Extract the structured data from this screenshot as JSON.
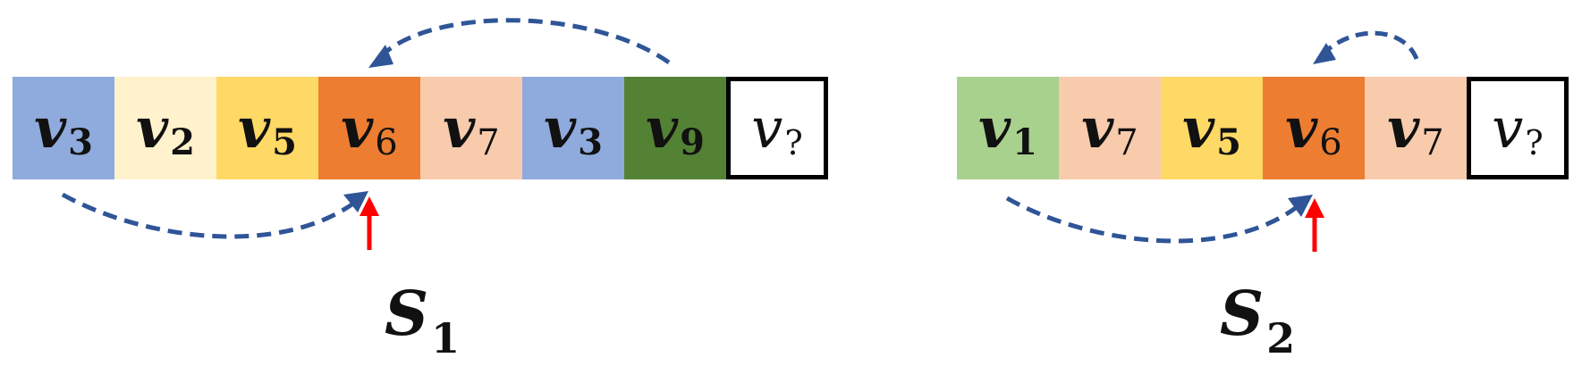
{
  "sequences": [
    {
      "label": {
        "base": "S",
        "sub": "1"
      },
      "cells": [
        {
          "base": "v",
          "sub": "3",
          "color": "#8faadc",
          "sub_weight": "bold"
        },
        {
          "base": "v",
          "sub": "2",
          "color": "#fff2cc",
          "sub_weight": "bold"
        },
        {
          "base": "v",
          "sub": "5",
          "color": "#ffd966",
          "sub_weight": "bold"
        },
        {
          "base": "v",
          "sub": "6",
          "color": "#ed7d31",
          "sub_weight": "normal"
        },
        {
          "base": "v",
          "sub": "7",
          "color": "#f8cbad",
          "sub_weight": "normal"
        },
        {
          "base": "v",
          "sub": "3",
          "color": "#8faadc",
          "sub_weight": "bold"
        },
        {
          "base": "v",
          "sub": "9",
          "color": "#548235",
          "sub_weight": "bold"
        },
        {
          "base": "v",
          "sub": "?",
          "color": "#ffffff",
          "unknown": true
        }
      ]
    },
    {
      "label": {
        "base": "S",
        "sub": "2"
      },
      "cells": [
        {
          "base": "v",
          "sub": "1",
          "color": "#a9d18e",
          "sub_weight": "bold"
        },
        {
          "base": "v",
          "sub": "7",
          "color": "#f8cbad",
          "sub_weight": "normal"
        },
        {
          "base": "v",
          "sub": "5",
          "color": "#ffd966",
          "sub_weight": "bold"
        },
        {
          "base": "v",
          "sub": "6",
          "color": "#ed7d31",
          "sub_weight": "normal"
        },
        {
          "base": "v",
          "sub": "7",
          "color": "#f8cbad",
          "sub_weight": "normal"
        },
        {
          "base": "v",
          "sub": "?",
          "color": "#ffffff",
          "unknown": true
        }
      ]
    }
  ],
  "colors": {
    "arrow_dashed": "#2f5597",
    "pointer_arrow": "#ff0000"
  }
}
